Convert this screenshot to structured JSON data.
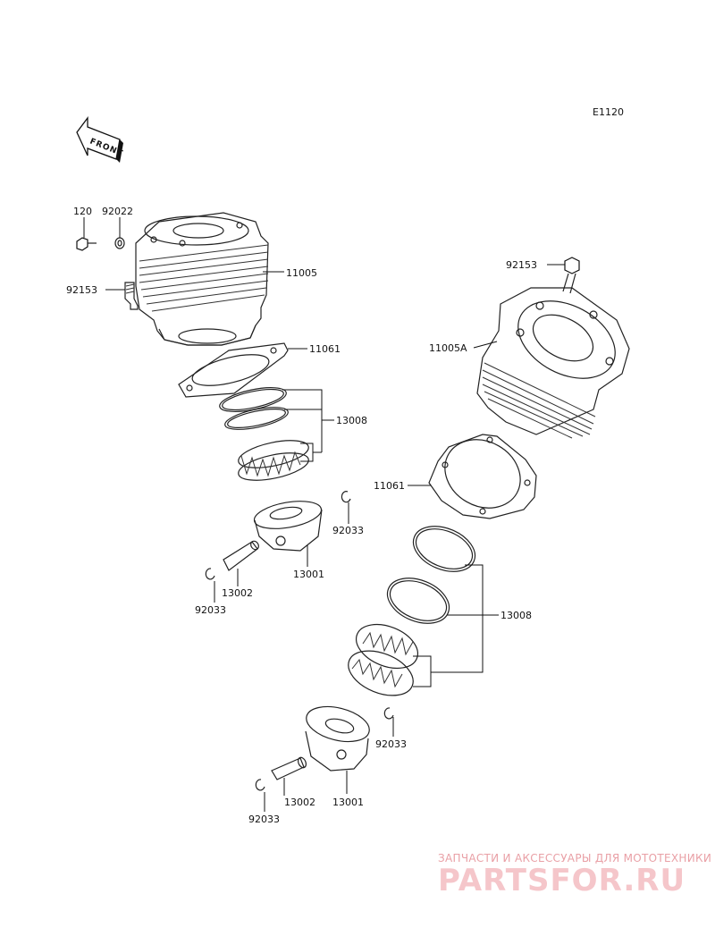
{
  "diagram_code": "E1120",
  "front_label": "FRONT",
  "labels": {
    "l120": "120",
    "l92022": "92022",
    "l11005": "11005",
    "l92153_a": "92153",
    "l11061_a": "11061",
    "l13008_a": "13008",
    "l92033_a": "92033",
    "l13001_a": "13001",
    "l13002_a": "13002",
    "l92033_b": "92033",
    "l92153_b": "92153",
    "l11005A": "11005A",
    "l11061_b": "11061",
    "l13008_b": "13008",
    "l92033_c": "92033",
    "l13002_b": "13002",
    "l13001_b": "13001",
    "l92033_d": "92033"
  },
  "watermark": {
    "tagline": "ЗАПЧАСТИ И АКСЕССУАРЫ ДЛЯ МОТОТЕХНИКИ",
    "brand": "PARTSFOR.RU"
  }
}
